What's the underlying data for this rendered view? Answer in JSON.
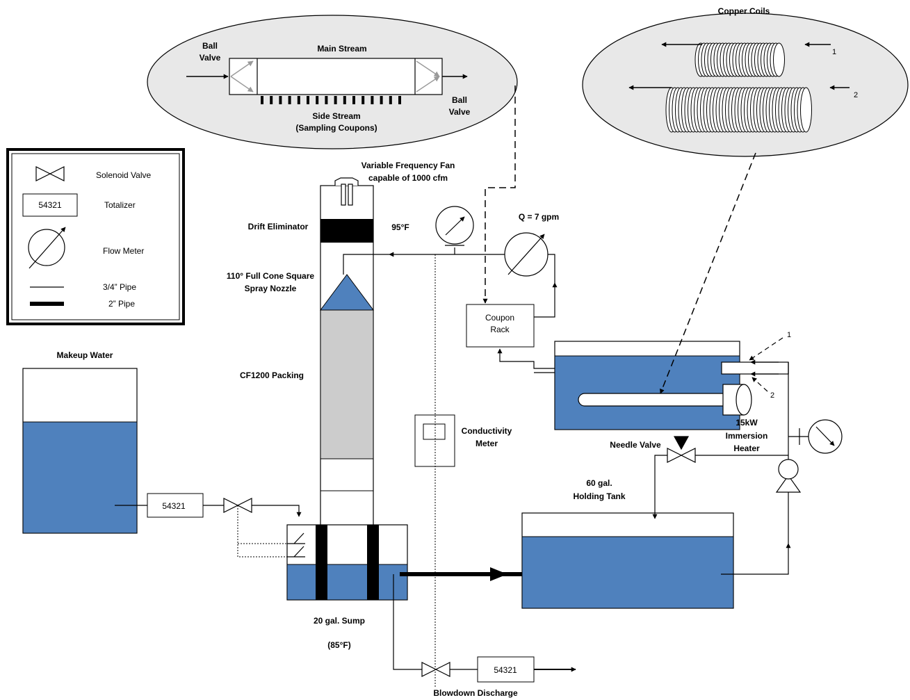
{
  "colors": {
    "water": "#4f81bd",
    "packing": "#cccccc",
    "zoom_bubble": "#e8e8e8",
    "outline": "#000000",
    "legend_border": "#000000"
  },
  "legend": {
    "solenoid_valve": "Solenoid Valve",
    "totalizer_value": "54321",
    "totalizer": "Totalizer",
    "flow_meter": "Flow Meter",
    "pipe_small": "3/4” Pipe",
    "pipe_large": "2” Pipe"
  },
  "zoom_left": {
    "ball_valve_in_1": "Ball",
    "ball_valve_in_2": "Valve",
    "main_stream": "Main Stream",
    "ball_valve_out_1": "Ball",
    "ball_valve_out_2": "Valve",
    "side_stream": "Side Stream",
    "sampling_coupons": "(Sampling Coupons)"
  },
  "zoom_right": {
    "title": "Copper Coils",
    "coil_1": "1",
    "coil_2": "2"
  },
  "tower": {
    "fan_1": "Variable Frequency Fan",
    "fan_2": "capable of 1000 cfm",
    "drift_eliminator": "Drift Eliminator",
    "temp_top": "95°F",
    "nozzle_1": "110° Full Cone Square",
    "nozzle_2": "Spray Nozzle",
    "packing": "CF1200 Packing"
  },
  "flow": {
    "rate": "Q = 7 gpm"
  },
  "coupon_rack": {
    "line1": "Coupon",
    "line2": "Rack"
  },
  "heater_tank": {
    "pointer_1": "1",
    "pointer_2": "2",
    "heater_1": "15kW",
    "heater_2": "Immersion",
    "heater_3": "Heater",
    "needle_valve": "Needle Valve"
  },
  "conductivity": {
    "line1": "Conductivity",
    "line2": "Meter"
  },
  "makeup": {
    "title": "Makeup Water",
    "totalizer_value": "54321"
  },
  "sump": {
    "title": "20 gal. Sump",
    "temp": "(85°F)"
  },
  "holding": {
    "line1": "60 gal.",
    "line2": "Holding Tank"
  },
  "blowdown": {
    "title": "Blowdown Discharge",
    "totalizer_value": "54321"
  }
}
